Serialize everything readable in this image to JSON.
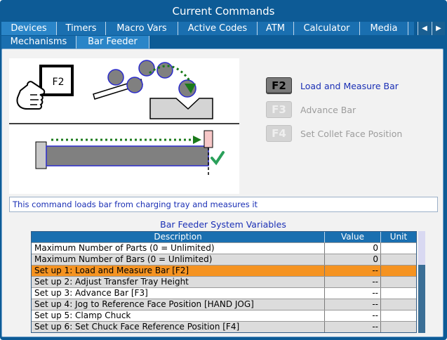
{
  "window": {
    "title": "Current Commands"
  },
  "tabs": [
    {
      "label": "Devices",
      "active": true
    },
    {
      "label": "Timers",
      "active": false
    },
    {
      "label": "Macro Vars",
      "active": false
    },
    {
      "label": "Active Codes",
      "active": false
    },
    {
      "label": "ATM",
      "active": false
    },
    {
      "label": "Calculator",
      "active": false
    },
    {
      "label": "Media",
      "active": false
    }
  ],
  "subtabs": [
    {
      "label": "Mechanisms",
      "active": false
    },
    {
      "label": "Bar Feeder",
      "active": true
    }
  ],
  "illustration": {
    "hand_key": "F2"
  },
  "commands": [
    {
      "key": "F2",
      "label": "Load and Measure Bar",
      "enabled": true
    },
    {
      "key": "F3",
      "label": "Advance Bar",
      "enabled": false
    },
    {
      "key": "F4",
      "label": "Set Collet Face Position",
      "enabled": false
    }
  ],
  "message": "This command loads bar from charging tray and measures it",
  "table": {
    "title": "Bar Feeder System Variables",
    "columns": {
      "description": "Description",
      "value": "Value",
      "unit": "Unit"
    },
    "rows": [
      {
        "description": "Maximum Number of Parts (0 = Unlimited)",
        "value": "0",
        "unit": ""
      },
      {
        "description": "Maximum Number of Bars (0 = Unlimited)",
        "value": "0",
        "unit": ""
      },
      {
        "description": "Set up 1: Load and Measure Bar [F2]",
        "value": "--",
        "unit": "",
        "selected": true
      },
      {
        "description": "Set up 2: Adjust Transfer Tray Height",
        "value": "--",
        "unit": ""
      },
      {
        "description": "Set up 3: Advance Bar [F3]",
        "value": "--",
        "unit": ""
      },
      {
        "description": "Set up 4: Jog to Reference Face Position [HAND JOG]",
        "value": "--",
        "unit": ""
      },
      {
        "description": "Set up 5: Clamp Chuck",
        "value": "--",
        "unit": ""
      },
      {
        "description": "Set up 6: Set Chuck Face Reference Position [F4]",
        "value": "--",
        "unit": ""
      }
    ]
  },
  "colors": {
    "frame": "#0d5b96",
    "tab": "#1a6fb0",
    "tab_active": "#2a85c8",
    "selected_row": "#f59321",
    "text_blue": "#1a2fb5",
    "check_green": "#2aa05a",
    "dot_arrow_green": "#1a7a1a"
  },
  "icons": {
    "tab_left": "triangle-left-icon",
    "tab_right": "triangle-right-icon",
    "hand": "pointing-hand-icon",
    "check": "check-icon"
  }
}
